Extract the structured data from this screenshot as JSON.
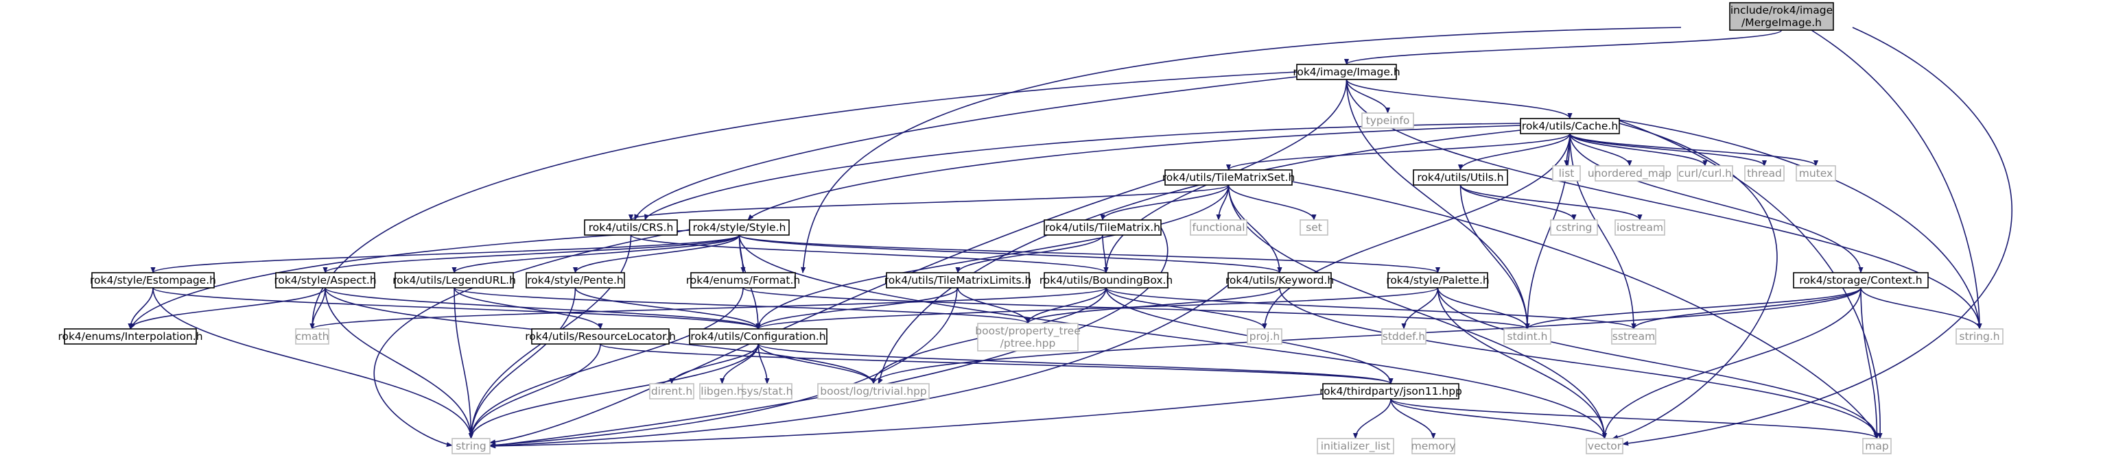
{
  "colors": {
    "edge": "#191970",
    "node_border": "#000000",
    "external_border": "#bfbfbf",
    "external_text": "#8c8c8c",
    "root_fill": "#bfbfbf"
  },
  "nodes": [
    {
      "id": "root",
      "lines": [
        "include/rok4/image",
        "/MergeImage.h"
      ],
      "kind": "root"
    },
    {
      "id": "image",
      "lines": [
        "rok4/image/Image.h"
      ],
      "kind": "internal"
    },
    {
      "id": "typeinfo",
      "lines": [
        "typeinfo"
      ],
      "kind": "external"
    },
    {
      "id": "cache",
      "lines": [
        "rok4/utils/Cache.h"
      ],
      "kind": "internal"
    },
    {
      "id": "list",
      "lines": [
        "list"
      ],
      "kind": "external"
    },
    {
      "id": "unordered_map",
      "lines": [
        "unordered_map"
      ],
      "kind": "external"
    },
    {
      "id": "curl",
      "lines": [
        "curl/curl.h"
      ],
      "kind": "external"
    },
    {
      "id": "thread",
      "lines": [
        "thread"
      ],
      "kind": "external"
    },
    {
      "id": "mutex",
      "lines": [
        "mutex"
      ],
      "kind": "external"
    },
    {
      "id": "tms",
      "lines": [
        "rok4/utils/TileMatrixSet.h"
      ],
      "kind": "internal"
    },
    {
      "id": "utils",
      "lines": [
        "rok4/utils/Utils.h"
      ],
      "kind": "internal"
    },
    {
      "id": "crs",
      "lines": [
        "rok4/utils/CRS.h"
      ],
      "kind": "internal"
    },
    {
      "id": "style",
      "lines": [
        "rok4/style/Style.h"
      ],
      "kind": "internal"
    },
    {
      "id": "tilematrix",
      "lines": [
        "rok4/utils/TileMatrix.h"
      ],
      "kind": "internal"
    },
    {
      "id": "functional",
      "lines": [
        "functional"
      ],
      "kind": "external"
    },
    {
      "id": "set",
      "lines": [
        "set"
      ],
      "kind": "external"
    },
    {
      "id": "cstring",
      "lines": [
        "cstring"
      ],
      "kind": "external"
    },
    {
      "id": "iostream",
      "lines": [
        "iostream"
      ],
      "kind": "external"
    },
    {
      "id": "estompage",
      "lines": [
        "rok4/style/Estompage.h"
      ],
      "kind": "internal"
    },
    {
      "id": "aspect",
      "lines": [
        "rok4/style/Aspect.h"
      ],
      "kind": "internal"
    },
    {
      "id": "legendurl",
      "lines": [
        "rok4/utils/LegendURL.h"
      ],
      "kind": "internal"
    },
    {
      "id": "pente",
      "lines": [
        "rok4/style/Pente.h"
      ],
      "kind": "internal"
    },
    {
      "id": "format",
      "lines": [
        "rok4/enums/Format.h"
      ],
      "kind": "internal"
    },
    {
      "id": "tmlimits",
      "lines": [
        "rok4/utils/TileMatrixLimits.h"
      ],
      "kind": "internal"
    },
    {
      "id": "bbox",
      "lines": [
        "rok4/utils/BoundingBox.h"
      ],
      "kind": "internal"
    },
    {
      "id": "keyword",
      "lines": [
        "rok4/utils/Keyword.h"
      ],
      "kind": "internal"
    },
    {
      "id": "palette",
      "lines": [
        "rok4/style/Palette.h"
      ],
      "kind": "internal"
    },
    {
      "id": "context",
      "lines": [
        "rok4/storage/Context.h"
      ],
      "kind": "internal"
    },
    {
      "id": "interp",
      "lines": [
        "rok4/enums/Interpolation.h"
      ],
      "kind": "internal"
    },
    {
      "id": "cmath",
      "lines": [
        "cmath"
      ],
      "kind": "external"
    },
    {
      "id": "resloc",
      "lines": [
        "rok4/utils/ResourceLocator.h"
      ],
      "kind": "internal"
    },
    {
      "id": "config",
      "lines": [
        "rok4/utils/Configuration.h"
      ],
      "kind": "internal"
    },
    {
      "id": "ptree",
      "lines": [
        "boost/property_tree",
        "/ptree.hpp"
      ],
      "kind": "external"
    },
    {
      "id": "proj",
      "lines": [
        "proj.h"
      ],
      "kind": "external"
    },
    {
      "id": "stddef",
      "lines": [
        "stddef.h"
      ],
      "kind": "external"
    },
    {
      "id": "stdint",
      "lines": [
        "stdint.h"
      ],
      "kind": "external"
    },
    {
      "id": "sstream",
      "lines": [
        "sstream"
      ],
      "kind": "external"
    },
    {
      "id": "stringh",
      "lines": [
        "string.h"
      ],
      "kind": "external"
    },
    {
      "id": "dirent",
      "lines": [
        "dirent.h"
      ],
      "kind": "external"
    },
    {
      "id": "libgen",
      "lines": [
        "libgen.h"
      ],
      "kind": "external"
    },
    {
      "id": "sysstat",
      "lines": [
        "sys/stat.h"
      ],
      "kind": "external"
    },
    {
      "id": "boostlog",
      "lines": [
        "boost/log/trivial.hpp"
      ],
      "kind": "external"
    },
    {
      "id": "json11",
      "lines": [
        "rok4/thirdparty/json11.hpp"
      ],
      "kind": "internal"
    },
    {
      "id": "string",
      "lines": [
        "string"
      ],
      "kind": "external"
    },
    {
      "id": "initlist",
      "lines": [
        "initializer_list"
      ],
      "kind": "external"
    },
    {
      "id": "memory",
      "lines": [
        "memory"
      ],
      "kind": "external"
    },
    {
      "id": "vector",
      "lines": [
        "vector"
      ],
      "kind": "external"
    },
    {
      "id": "map",
      "lines": [
        "map"
      ],
      "kind": "external"
    }
  ],
  "edges": [
    [
      "root",
      "image"
    ],
    [
      "root",
      "format"
    ],
    [
      "root",
      "stringh"
    ],
    [
      "root",
      "vector"
    ],
    [
      "image",
      "typeinfo"
    ],
    [
      "image",
      "cache"
    ],
    [
      "image",
      "crs"
    ],
    [
      "image",
      "bbox"
    ],
    [
      "image",
      "cmath"
    ],
    [
      "image",
      "stdint"
    ],
    [
      "image",
      "stringh"
    ],
    [
      "cache",
      "list"
    ],
    [
      "cache",
      "unordered_map"
    ],
    [
      "cache",
      "curl"
    ],
    [
      "cache",
      "thread"
    ],
    [
      "cache",
      "mutex"
    ],
    [
      "cache",
      "tms"
    ],
    [
      "cache",
      "utils"
    ],
    [
      "cache",
      "crs"
    ],
    [
      "cache",
      "style"
    ],
    [
      "cache",
      "context"
    ],
    [
      "cache",
      "boostlog"
    ],
    [
      "cache",
      "proj"
    ],
    [
      "cache",
      "stdint"
    ],
    [
      "cache",
      "sstream"
    ],
    [
      "cache",
      "vector"
    ],
    [
      "cache",
      "map"
    ],
    [
      "cache",
      "stringh"
    ],
    [
      "tms",
      "crs"
    ],
    [
      "tms",
      "tilematrix"
    ],
    [
      "tms",
      "functional"
    ],
    [
      "tms",
      "set"
    ],
    [
      "tms",
      "keyword"
    ],
    [
      "tms",
      "config"
    ],
    [
      "tms",
      "string"
    ],
    [
      "tms",
      "vector"
    ],
    [
      "tms",
      "map"
    ],
    [
      "utils",
      "cstring"
    ],
    [
      "utils",
      "iostream"
    ],
    [
      "utils",
      "stdint"
    ],
    [
      "crs",
      "bbox"
    ],
    [
      "crs",
      "string"
    ],
    [
      "style",
      "estompage"
    ],
    [
      "style",
      "aspect"
    ],
    [
      "style",
      "legendurl"
    ],
    [
      "style",
      "pente"
    ],
    [
      "style",
      "format"
    ],
    [
      "style",
      "palette"
    ],
    [
      "style",
      "keyword"
    ],
    [
      "style",
      "interp"
    ],
    [
      "style",
      "config"
    ],
    [
      "style",
      "string"
    ],
    [
      "style",
      "vector"
    ],
    [
      "tilematrix",
      "tmlimits"
    ],
    [
      "tilematrix",
      "bbox"
    ],
    [
      "tilematrix",
      "string"
    ],
    [
      "estompage",
      "interp"
    ],
    [
      "estompage",
      "config"
    ],
    [
      "estompage",
      "string"
    ],
    [
      "aspect",
      "cmath"
    ],
    [
      "aspect",
      "config"
    ],
    [
      "aspect",
      "interp"
    ],
    [
      "aspect",
      "string"
    ],
    [
      "aspect",
      "boostlog"
    ],
    [
      "legendurl",
      "resloc"
    ],
    [
      "legendurl",
      "ptree"
    ],
    [
      "legendurl",
      "string"
    ],
    [
      "pente",
      "config"
    ],
    [
      "pente",
      "string"
    ],
    [
      "format",
      "stdint"
    ],
    [
      "format",
      "string"
    ],
    [
      "tmlimits",
      "config"
    ],
    [
      "tmlimits",
      "ptree"
    ],
    [
      "tmlimits",
      "string"
    ],
    [
      "bbox",
      "ptree"
    ],
    [
      "bbox",
      "boostlog"
    ],
    [
      "bbox",
      "proj"
    ],
    [
      "bbox",
      "sstream"
    ],
    [
      "bbox",
      "json11"
    ],
    [
      "bbox",
      "cmath"
    ],
    [
      "keyword",
      "ptree"
    ],
    [
      "keyword",
      "string"
    ],
    [
      "keyword",
      "map"
    ],
    [
      "palette",
      "config"
    ],
    [
      "palette",
      "stddef"
    ],
    [
      "palette",
      "stdint"
    ],
    [
      "palette",
      "vector"
    ],
    [
      "palette",
      "map"
    ],
    [
      "context",
      "stdint"
    ],
    [
      "context",
      "sstream"
    ],
    [
      "context",
      "stringh"
    ],
    [
      "context",
      "boostlog"
    ],
    [
      "context",
      "vector"
    ],
    [
      "context",
      "map"
    ],
    [
      "resloc",
      "json11"
    ],
    [
      "resloc",
      "string"
    ],
    [
      "config",
      "dirent"
    ],
    [
      "config",
      "libgen"
    ],
    [
      "config",
      "sysstat"
    ],
    [
      "config",
      "boostlog"
    ],
    [
      "config",
      "json11"
    ],
    [
      "config",
      "string"
    ],
    [
      "json11",
      "initlist"
    ],
    [
      "json11",
      "memory"
    ],
    [
      "json11",
      "string"
    ],
    [
      "json11",
      "vector"
    ],
    [
      "json11",
      "map"
    ]
  ]
}
